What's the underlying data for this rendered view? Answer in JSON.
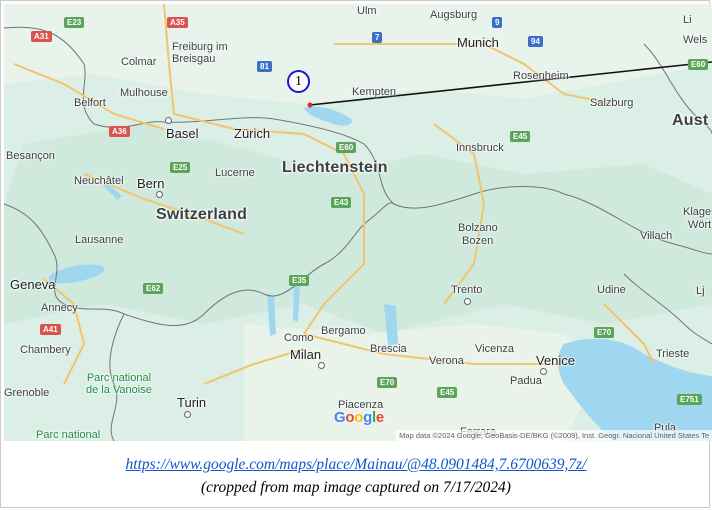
{
  "countries": [
    {
      "key": "liechtenstein",
      "name": "Liechtenstein"
    },
    {
      "key": "switzerland",
      "name": "Switzerland"
    },
    {
      "key": "austria",
      "name": "Aust"
    }
  ],
  "cities": {
    "ulm": "Ulm",
    "augsburg": "Augsburg",
    "munich": "Munich",
    "freiburg": "Freiburg im\nBreisgau",
    "colmar": "Colmar",
    "mulhouse": "Mulhouse",
    "belfort": "Belfort",
    "basel": "Basel",
    "zurich": "Zürich",
    "kempten": "Kempten",
    "rosenheim": "Rosenheim",
    "salzburg": "Salzburg",
    "wels": "Wels",
    "besancon": "Besançon",
    "neuchatel": "Neuchâtel",
    "bern": "Bern",
    "lucerne": "Lucerne",
    "innsbruck": "Innsbruck",
    "lausanne": "Lausanne",
    "geneva": "Geneva",
    "annecy": "Annecy",
    "chambery": "Chambery",
    "grenoble": "Grenoble",
    "bolzano": "Bolzano",
    "bozen": "Bozen",
    "klagenfurt": "Klagen",
    "worth": "Wört",
    "villach": "Villach",
    "trento": "Trento",
    "udine": "Udine",
    "como": "Como",
    "bergamo": "Bergamo",
    "milan": "Milan",
    "brescia": "Brescia",
    "verona": "Verona",
    "vicenza": "Vicenza",
    "venice": "Venice",
    "padua": "Padua",
    "trieste": "Trieste",
    "turin": "Turin",
    "piacenza": "Piacenza",
    "pula": "Pula",
    "ferrara": "Ferrara",
    "li": "Li",
    "lj": "Lj"
  },
  "parks": {
    "vanoise": "Parc national\nde la Vanoise",
    "national": "Parc national"
  },
  "shields": {
    "a35": "A35",
    "a31": "A31",
    "e23": "E23",
    "s81": "81",
    "e7": "7",
    "e9": "9",
    "e94": "94",
    "a36": "A36",
    "e60a": "E60",
    "e60b": "E60",
    "e45": "E45",
    "e25": "E25",
    "e43": "E43",
    "e35": "E35",
    "e62": "E62",
    "a41": "A41",
    "e70a": "E70",
    "e70b": "E70",
    "e45b": "E45",
    "e751": "E751"
  },
  "marker": {
    "label": "1"
  },
  "google_logo": {
    "letters": [
      "G",
      "o",
      "o",
      "g",
      "l",
      "e"
    ],
    "colors": [
      "#4285f4",
      "#ea4335",
      "#fbbc05",
      "#4285f4",
      "#34a853",
      "#ea4335"
    ]
  },
  "attribution": "Map data ©2024 Google, GeoBasis-DE/BKG (©2009), Inst. Geogr. Nacional   United States   Te",
  "source_url": "https://www.google.com/maps/place/Mainau/@48.0901484,7.6700639,7z/",
  "caption": "(cropped from map image captured on 7/17/2024)"
}
